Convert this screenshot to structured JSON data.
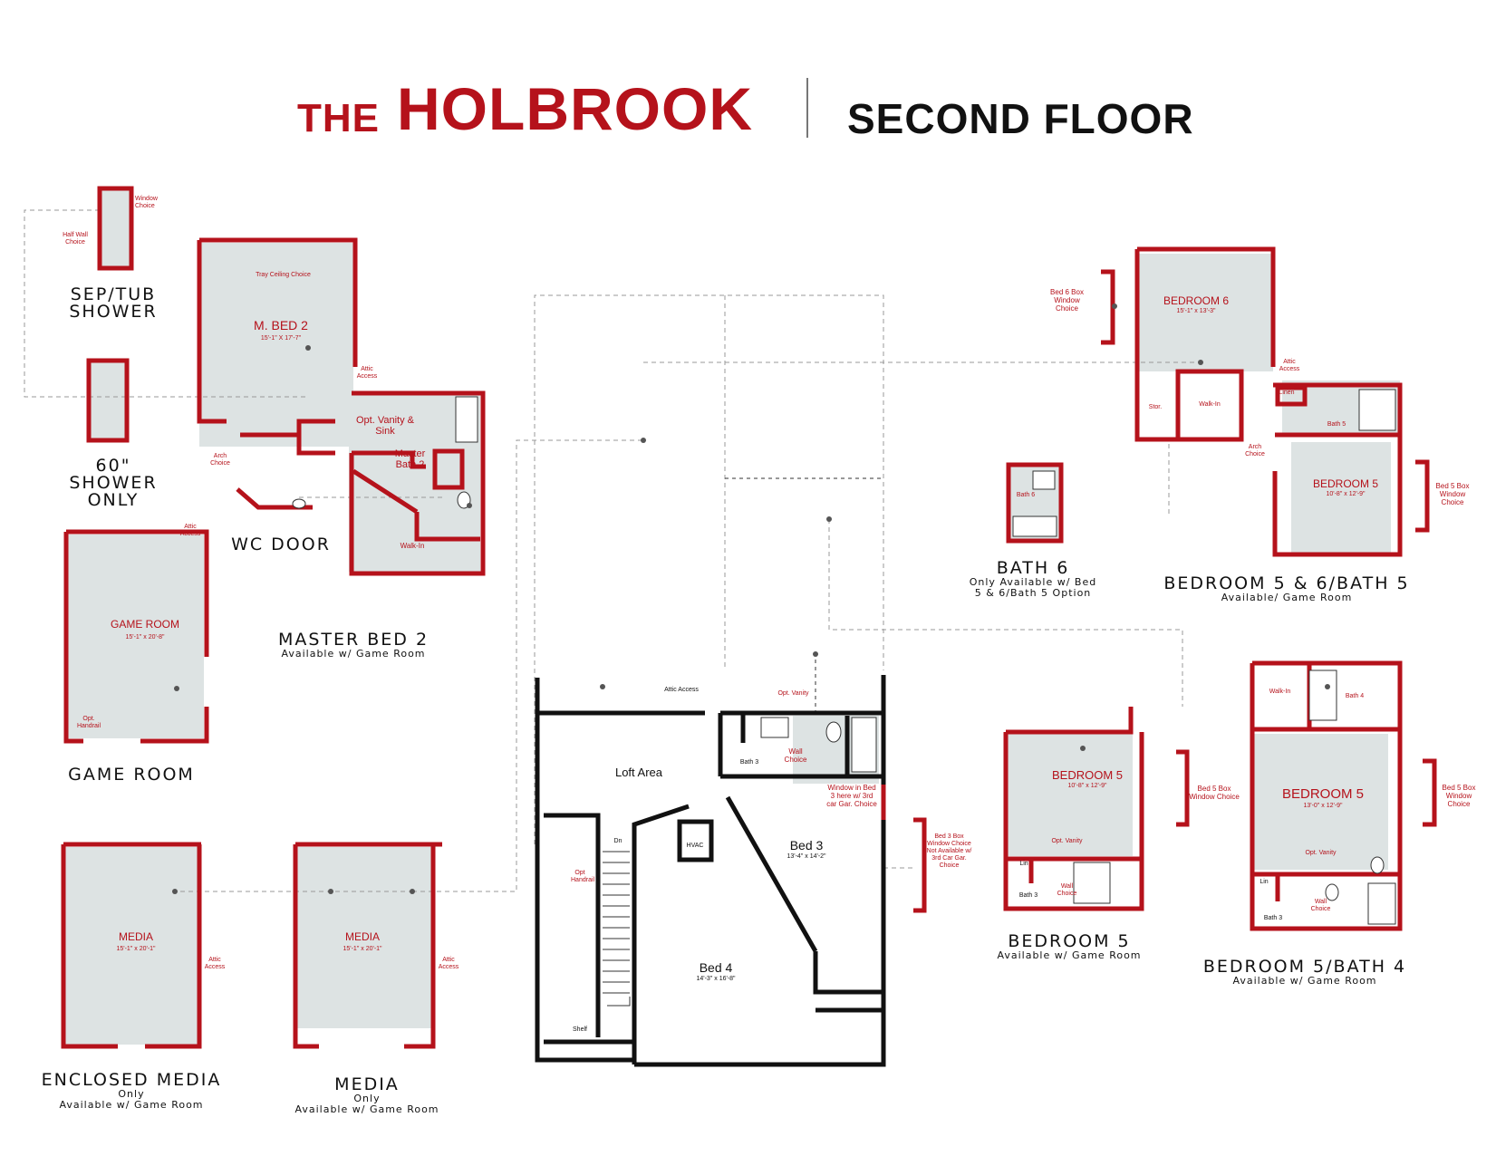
{
  "header": {
    "the": "THE",
    "name": "HOLBROOK",
    "floor": "SECOND FLOOR"
  },
  "colors": {
    "accent": "#b5121b",
    "room_fill": "#dde3e3",
    "wall": "#111111"
  },
  "captions": {
    "sep_tub": "SEP/TUB SHOWER",
    "shower60_line1": "60\"",
    "shower60_line2": "SHOWER",
    "shower60_line3": "ONLY",
    "wc_door": "WC DOOR",
    "master_bed2": "MASTER BED 2",
    "master_bed2_sub": "Available w/ Game Room",
    "game_room": "GAME ROOM",
    "enclosed_media": "ENCLOSED MEDIA",
    "enclosed_media_sub1": "Only",
    "enclosed_media_sub2": "Available w/ Game Room",
    "media": "MEDIA",
    "media_sub1": "Only",
    "media_sub2": "Available w/ Game Room",
    "bath6": "BATH 6",
    "bath6_sub1": "Only Available w/ Bed",
    "bath6_sub2": "5 & 6/Bath 5 Option",
    "bed56": "BEDROOM 5 & 6/BATH 5",
    "bed56_sub": "Available/ Game Room",
    "bed5": "BEDROOM 5",
    "bed5_sub": "Available w/ Game Room",
    "bed5bath4": "BEDROOM 5/BATH 4",
    "bed5bath4_sub": "Available w/ Game Room"
  },
  "labels": {
    "window_choice": "Window Choice",
    "half_wall_choice": "Half Wall Choice",
    "tray_ceiling": "Tray Ceiling Choice",
    "mbed2": "M. BED 2",
    "mbed2_dim": "15'-1\" X 17'-7\"",
    "attic_access": "Attic Access",
    "opt_vanity_sink": "Opt. Vanity & Sink",
    "master_bath2": "Master Bath 2",
    "linen": "Linen",
    "lin": "Lin",
    "walk_in": "Walk-In",
    "arch_choice": "Arch Choice",
    "game_room": "GAME ROOM",
    "game_room_dim": "15'-1\" x 20'-8\"",
    "opt_handrail": "Opt. Handrail",
    "media": "MEDIA",
    "media_dim": "15'-1\" x 20'-1\"",
    "loft_area": "Loft Area",
    "dn": "Dn",
    "opt_handrail_stair": "Opt Handrail",
    "shelf": "Shelf",
    "hvac": "HVAC",
    "bath3": "Bath 3",
    "opt_vanity": "Opt. Vanity",
    "wall_choice": "Wall Choice",
    "window_bed3": "Window in Bed 3 here w/ 3rd car Gar. Choice",
    "bed3": "Bed 3",
    "bed3_dim": "13'-4\" x 14'-2\"",
    "bed4": "Bed 4",
    "bed4_dim": "14'-3\" x 16'-8\"",
    "bed3_box": "Bed 3 Box Window Choice Not Available w/ 3rd Car Gar. Choice",
    "bed6_box": "Bed 6 Box Window Choice",
    "bedroom6": "BEDROOM 6",
    "bedroom6_dim": "15'-1\" x 13'-3\"",
    "stor": "Stor.",
    "bath5": "Bath 5",
    "bedroom5": "BEDROOM 5",
    "bedroom5_dim": "10'-8\" x 12'-9\"",
    "bed5_box": "Bed 5 Box Window Choice",
    "bath6": "Bath 6",
    "bath4": "Bath 4",
    "bedroom5_big_dim": "13'-0\" x 12'-9\""
  }
}
